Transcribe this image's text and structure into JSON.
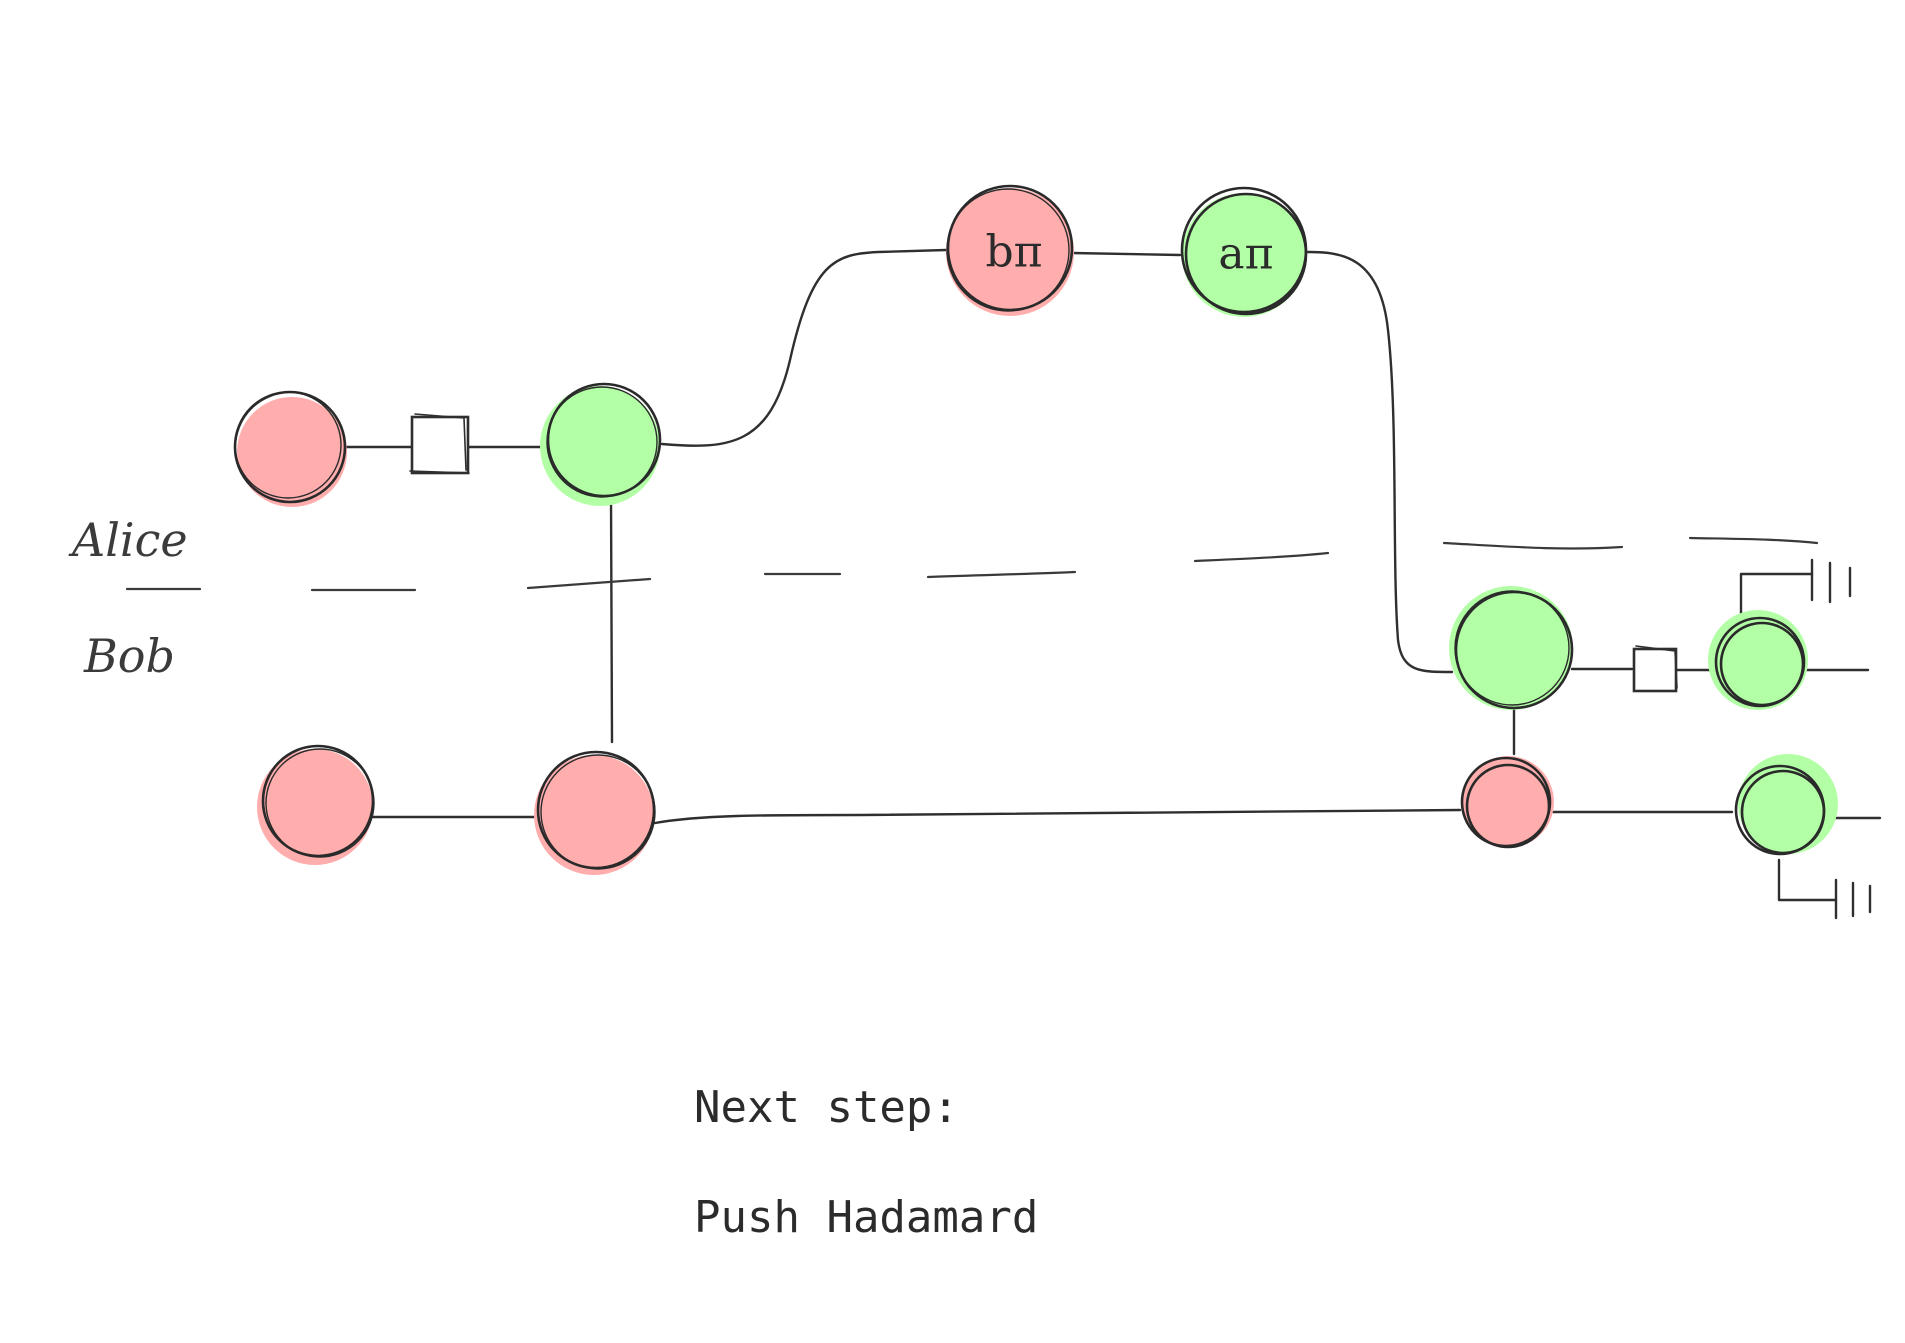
{
  "labels": {
    "alice": "Alice",
    "bob": "Bob"
  },
  "phases": {
    "red_top": "bπ",
    "green_top": "aπ"
  },
  "notes": {
    "line1": "Next step:",
    "line2": "Push Hadamard"
  },
  "colors": {
    "red_spider": "#ffadad",
    "green_spider": "#b2ffa6",
    "stroke": "#2f2f2f",
    "background": "#ffffff"
  },
  "icons": {
    "hadamard": "hadamard-box-icon",
    "discard": "ground-icon"
  }
}
